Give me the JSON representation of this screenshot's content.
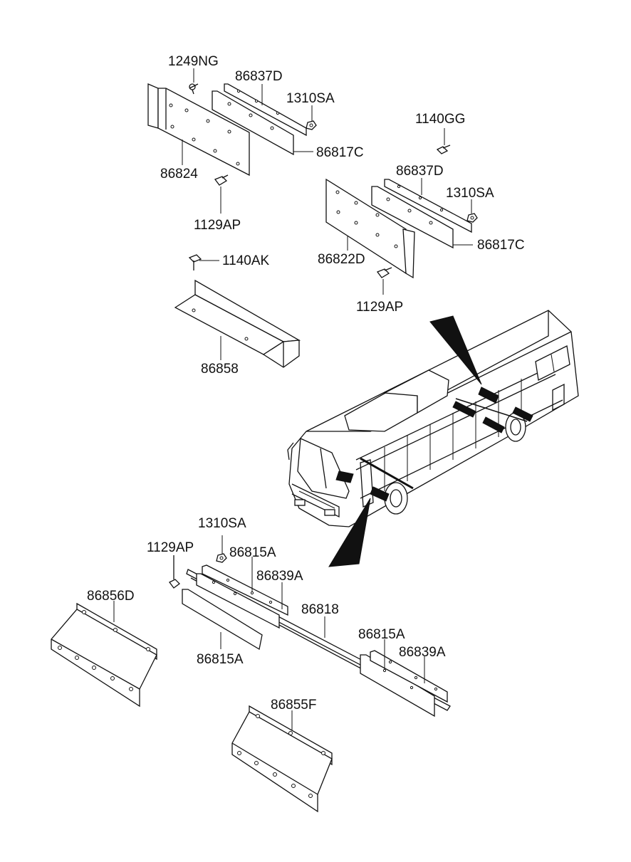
{
  "callouts": {
    "c1249NG": "1249NG",
    "c86837D_a": "86837D",
    "c1310SA_a": "1310SA",
    "c86817C_a": "86817C",
    "c86824": "86824",
    "c1129AP_a": "1129AP",
    "c1140GG": "1140GG",
    "c86837D_b": "86837D",
    "c1310SA_b": "1310SA",
    "c86817C_b": "86817C",
    "c86822D": "86822D",
    "c1129AP_b": "1129AP",
    "c1140AK": "1140AK",
    "c86858": "86858",
    "c1310SA_c": "1310SA",
    "c1129AP_c": "1129AP",
    "c86815A_a": "86815A",
    "c86839A_a": "86839A",
    "c86856D": "86856D",
    "c86818": "86818",
    "c86815A_b": "86815A",
    "c86815A_c": "86815A",
    "c86839A_b": "86839A",
    "c86855F": "86855F"
  }
}
